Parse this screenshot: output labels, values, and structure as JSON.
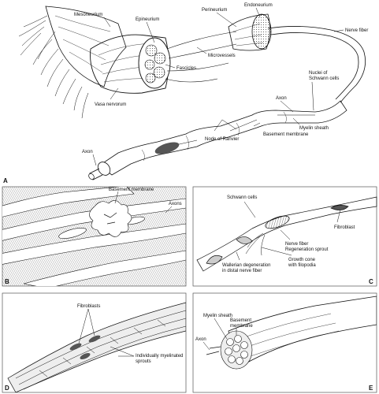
{
  "panels": {
    "A": {
      "letter": "A",
      "labels": {
        "mesoneurium": "Mesoneurium",
        "epineurium": "Epineurium",
        "perineurium": "Perineurium",
        "endoneurium": "Endoneurium",
        "nerve_fiber": "Nerve fiber",
        "nuclei_schwann": "Nuclei of",
        "nuclei_schwann_2": "Schwann cells",
        "fascicles": "Fascicles",
        "microvessels": "Microvessels",
        "vasa_nervorum": "Vasa nervorum",
        "axon_upper": "Axon",
        "myelin_sheath": "Myelin sheath",
        "basement_membrane": "Basement membrane",
        "node_ranvier": "Node of Ranvier",
        "axon_lower": "Axon"
      }
    },
    "B": {
      "letter": "B",
      "labels": {
        "basement_membrane": "Basement membrane",
        "axons": "Axons"
      }
    },
    "C": {
      "letter": "C",
      "labels": {
        "schwann_cells": "Schwann cells",
        "fibroblast": "Fibroblast",
        "nerve_fiber": "Nerve fiber",
        "regeneration_sprout": "Regeneration sprout",
        "growth_cone": "Growth cone",
        "with_filopodia": "with filopodia",
        "wallerian": "Wallerian degeneration",
        "distal": "in distal nerve fiber"
      }
    },
    "D": {
      "letter": "D",
      "labels": {
        "fibroblasts": "Fibroblasts",
        "individually": "Individually myelinated",
        "sprouts": "sprouts"
      }
    },
    "E": {
      "letter": "E",
      "labels": {
        "myelin_sheath": "Myelin sheath",
        "basement": "Basement",
        "membrane": "membrane",
        "axon": "Axon"
      }
    }
  },
  "colors": {
    "ink": "#111111",
    "paper": "#ffffff",
    "panel_border": "#555555",
    "shade": "#d9d9d9"
  }
}
